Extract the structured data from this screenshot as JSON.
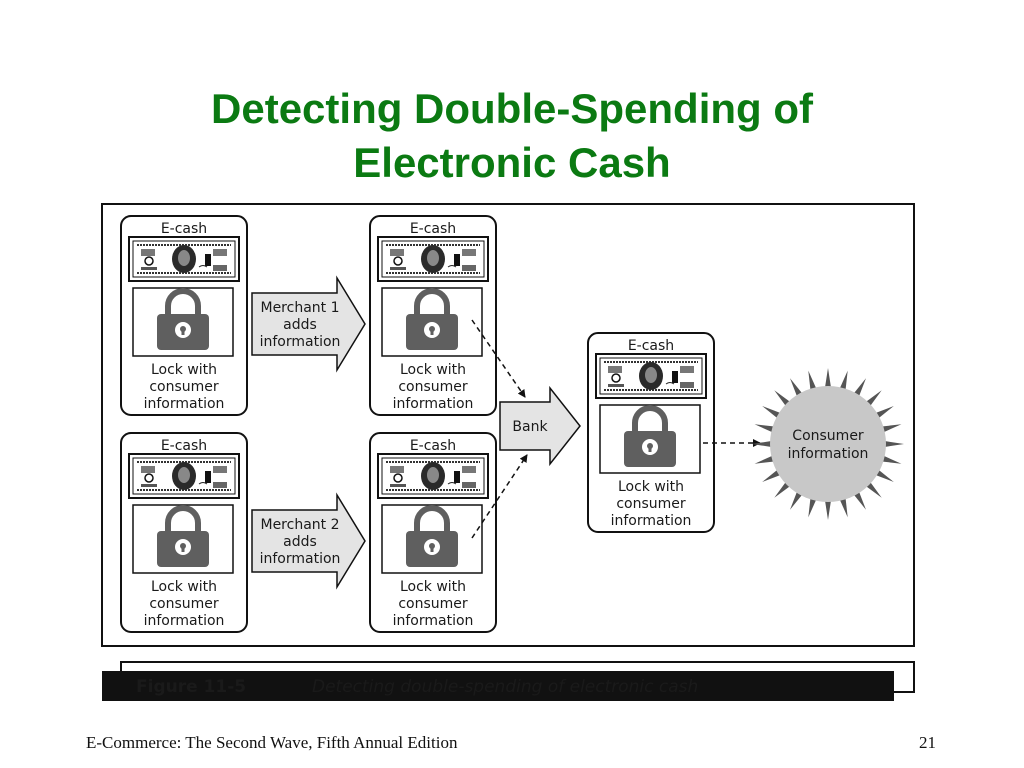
{
  "slide": {
    "title_line1": "Detecting Double-Spending of",
    "title_line2": "Electronic Cash"
  },
  "diagram": {
    "cards": [
      {
        "id": "top-left",
        "header": "E-cash",
        "caption": [
          "Lock with",
          "consumer",
          "information"
        ]
      },
      {
        "id": "top-middle",
        "header": "E-cash",
        "caption": [
          "Lock with",
          "consumer",
          "information"
        ]
      },
      {
        "id": "bottom-left",
        "header": "E-cash",
        "caption": [
          "Lock with",
          "consumer",
          "information"
        ]
      },
      {
        "id": "bottom-middle",
        "header": "E-cash",
        "caption": [
          "Lock with",
          "consumer",
          "information"
        ]
      },
      {
        "id": "right",
        "header": "E-cash",
        "caption": [
          "Lock with",
          "consumer",
          "information"
        ]
      }
    ],
    "arrows": {
      "merchant1": [
        "Merchant 1",
        "adds",
        "information"
      ],
      "merchant2": [
        "Merchant 2",
        "adds",
        "information"
      ],
      "bank": [
        "Bank"
      ]
    },
    "starburst": [
      "Consumer",
      "information"
    ],
    "figure_caption": {
      "number": "Figure 11-5",
      "text": "Detecting double-spending of electronic cash"
    }
  },
  "footer": {
    "left": "E-Commerce: The Second Wave, Fifth Annual Edition",
    "right": "21"
  },
  "colors": {
    "title": "#0b7a12",
    "lock": "#5f5f5f",
    "starburst": "#c8c8c8",
    "arrow_fill": "#e4e4e4",
    "caption_bar": "#111111"
  },
  "icons": [
    "dollar-bill-icon",
    "padlock-icon"
  ]
}
